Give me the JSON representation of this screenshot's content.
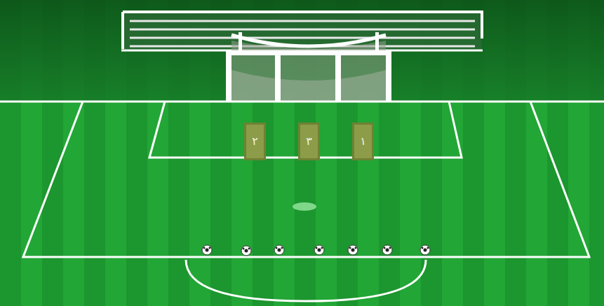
{
  "diagram": {
    "nodes": [
      {
        "text": [
          "٢"
        ]
      },
      {
        "text": [
          "٣"
        ]
      },
      {
        "text": [
          "١"
        ]
      }
    ]
  }
}
